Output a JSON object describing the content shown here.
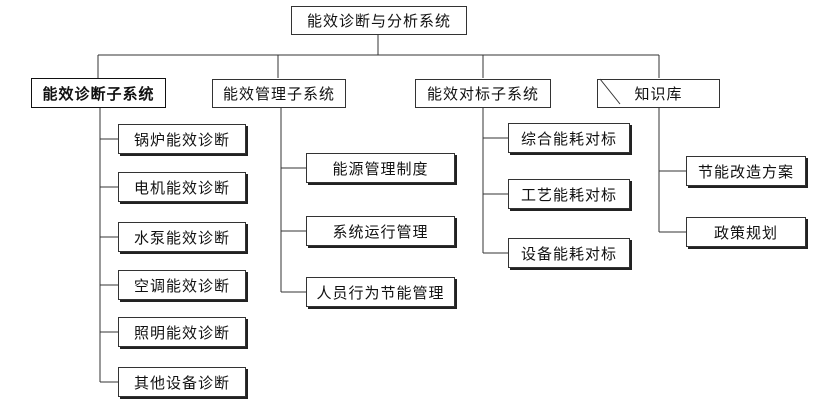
{
  "root": {
    "label": "能效诊断与分析系统"
  },
  "branches": [
    {
      "label": "能效诊断子系统",
      "children": [
        "锅炉能效诊断",
        "电机能效诊断",
        "水泵能效诊断",
        "空调能效诊断",
        "照明能效诊断",
        "其他设备诊断"
      ]
    },
    {
      "label": "能效管理子系统",
      "children": [
        "能源管理制度",
        "系统运行管理",
        "人员行为节能管理"
      ]
    },
    {
      "label": "能效对标子系统",
      "children": [
        "综合能耗对标",
        "工艺能耗对标",
        "设备能耗对标"
      ]
    },
    {
      "label": "知识库",
      "children": [
        "节能改造方案",
        "政策规划"
      ]
    }
  ]
}
